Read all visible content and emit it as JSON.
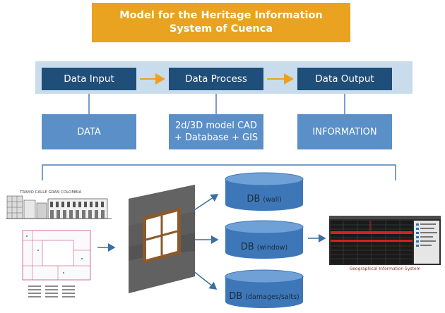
{
  "title": {
    "line1": "Model for the Heritage Information",
    "line2": "System of Cuenca"
  },
  "process": {
    "input": "Data Input",
    "process": "Data Process",
    "output": "Data Output"
  },
  "details": {
    "data": "DATA",
    "model_line1": "2d/3D model CAD",
    "model_line2": "+ Database + GIS",
    "information": "INFORMATION"
  },
  "images": {
    "elevation_caption": "TRAMO CALLE GRAN COLOMBIA",
    "gis_caption": "Geographical Information System"
  },
  "databases": [
    {
      "prefix": "DB",
      "name": "(wall)"
    },
    {
      "prefix": "DB",
      "name": "(window)"
    },
    {
      "prefix": "DB",
      "name": "(damages/salts)"
    }
  ],
  "colors": {
    "title_bg": "#e9a320",
    "band_bg": "#c9dcec",
    "dark_box": "#1f4e79",
    "light_box": "#5a8fc8",
    "arrow_orange": "#e9a320",
    "connector": "#4d7fb3",
    "cylinder": "#3d77b8"
  }
}
